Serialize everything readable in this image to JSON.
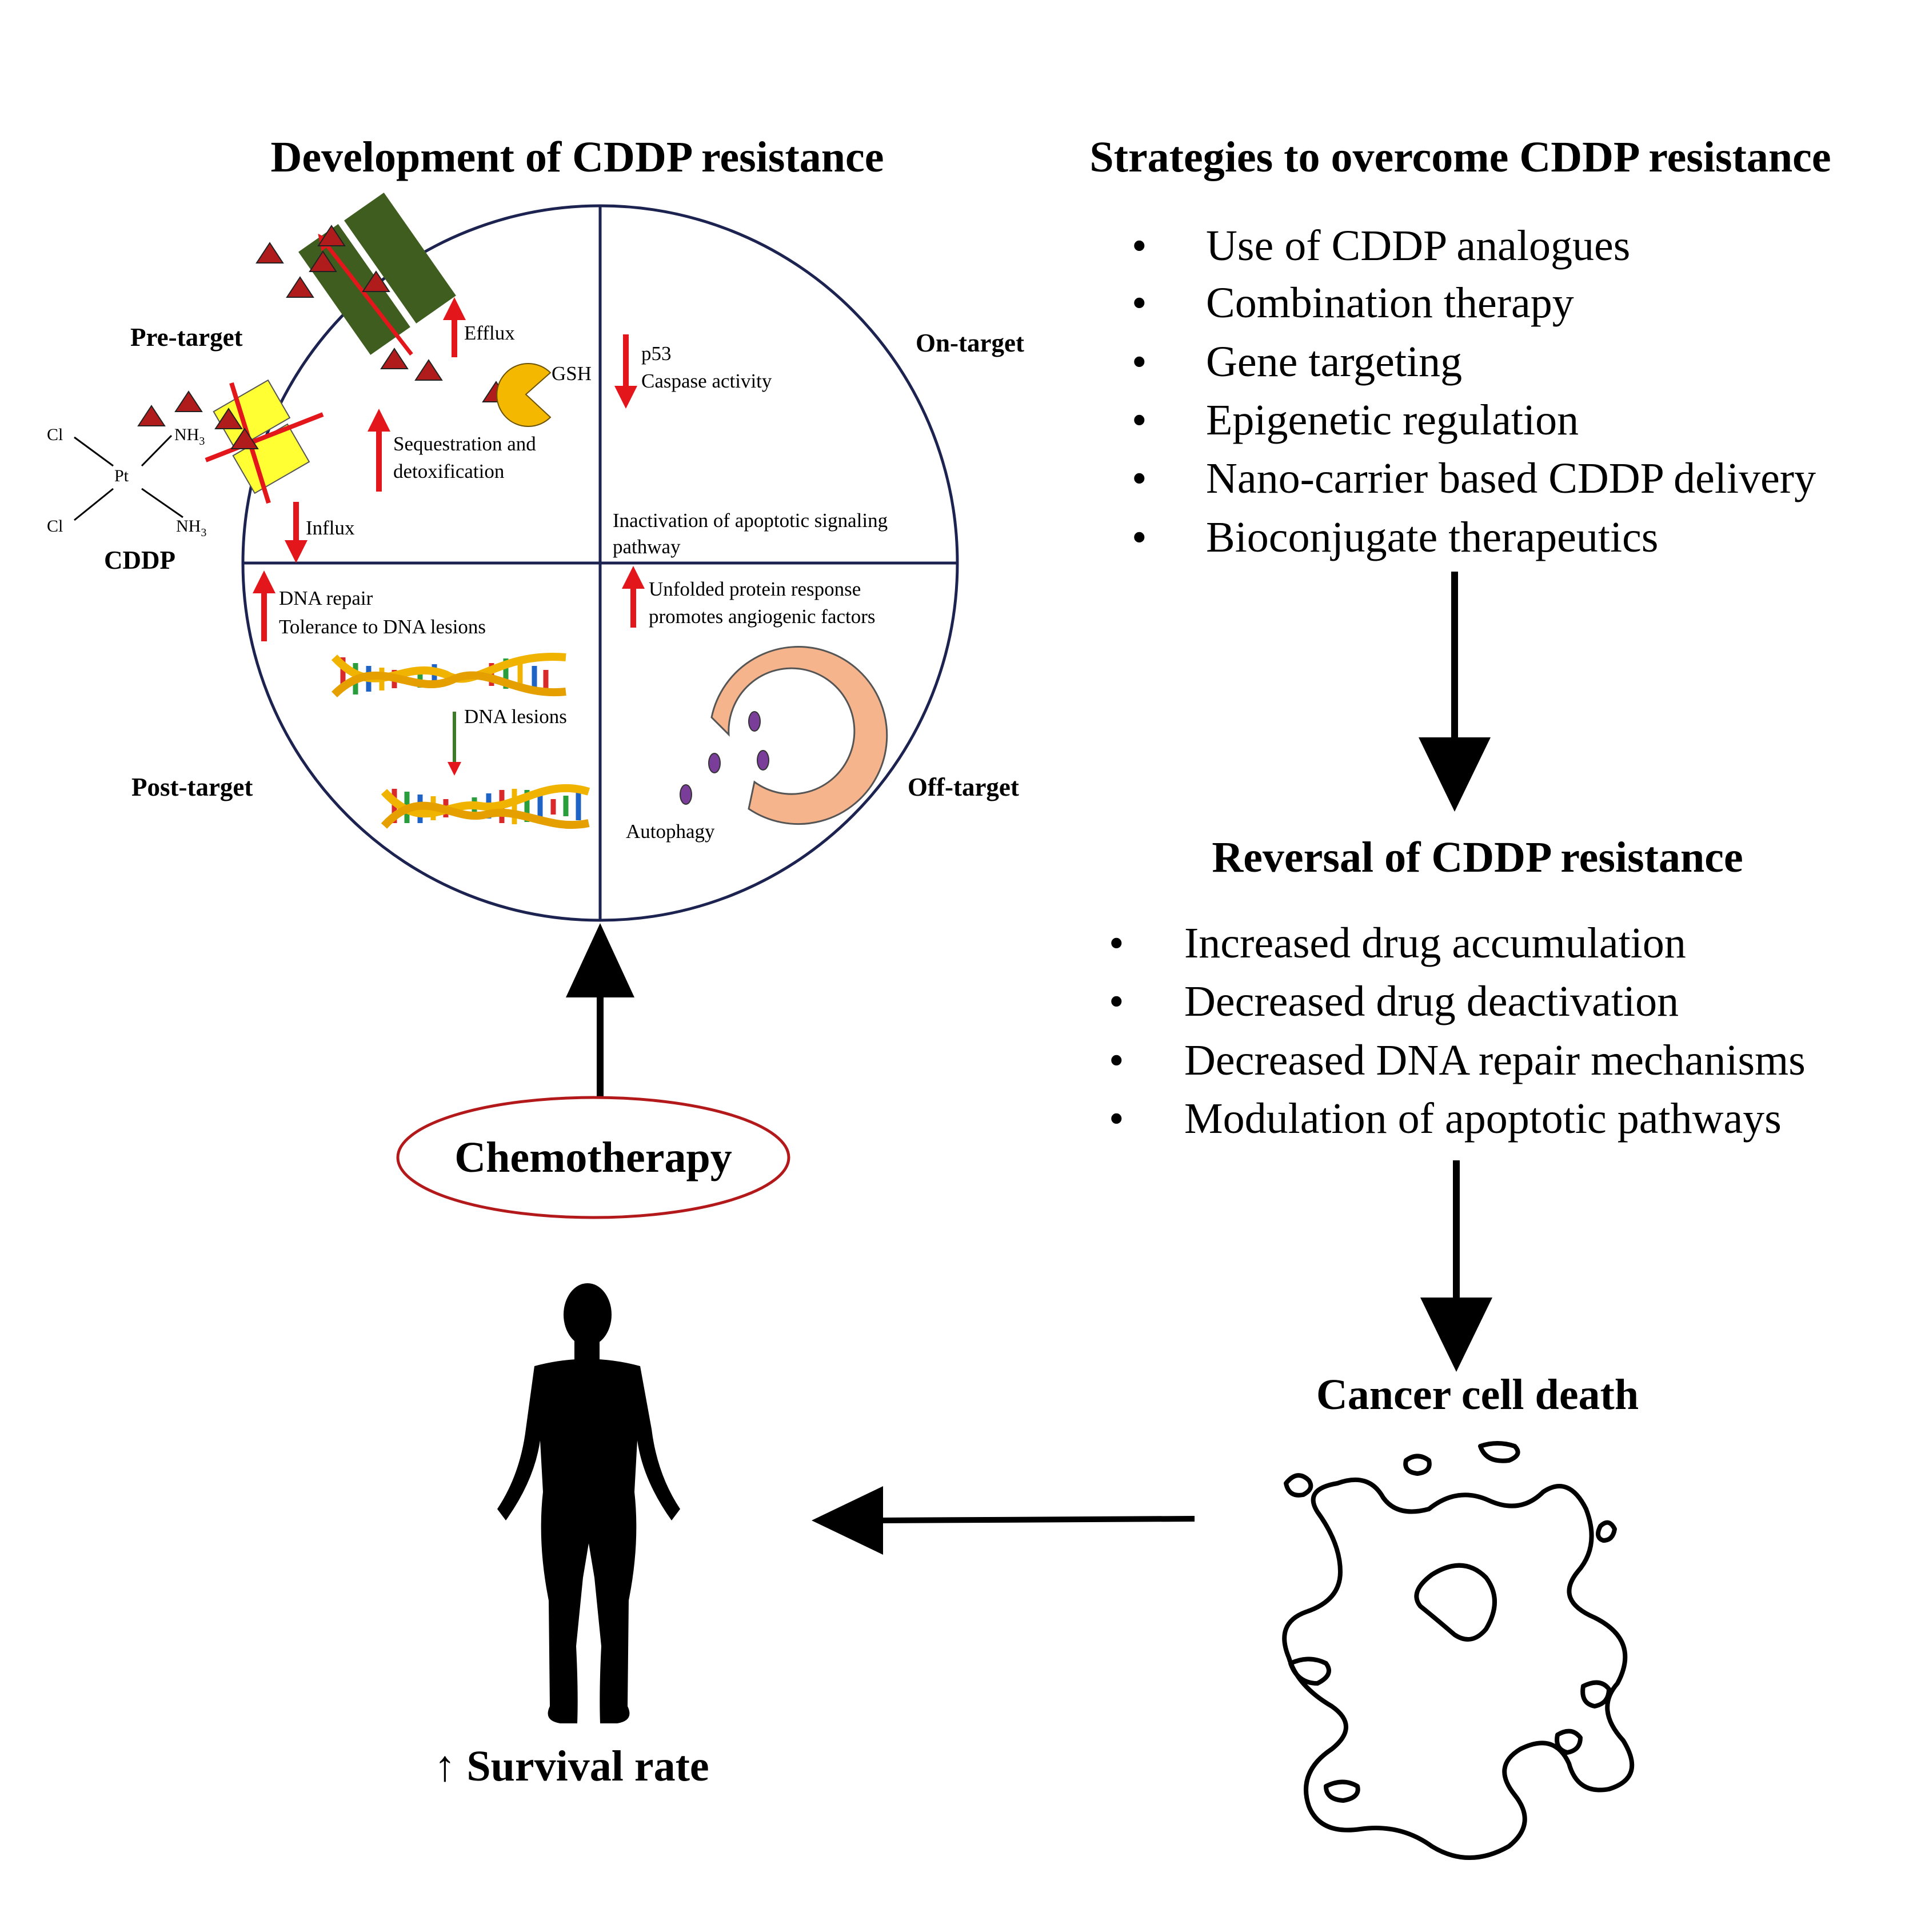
{
  "left": {
    "title": "Development of CDDP resistance",
    "quadrants": {
      "pre_target": "Pre-target",
      "on_target": "On-target",
      "post_target": "Post-target",
      "off_target": "Off-target"
    },
    "labels": {
      "efflux": "Efflux",
      "gsh": "GSH",
      "sequestration_1": "Sequestration and",
      "sequestration_2": "detoxification",
      "influx": "Influx",
      "p53": "p53",
      "caspase": "Caspase activity",
      "inactivation_1": "Inactivation of apoptotic signaling",
      "inactivation_2": "pathway",
      "dna_repair": "DNA repair",
      "tolerance": "Tolerance to DNA lesions",
      "dna_lesions": "DNA lesions",
      "upr_1": "Unfolded protein response",
      "upr_2": "promotes angiogenic factors",
      "autophagy": "Autophagy"
    },
    "cddp": {
      "cl_top": "Cl",
      "cl_bottom": "Cl",
      "pt": "Pt",
      "nh3_top": "NH",
      "nh3_bottom": "NH",
      "sub": "3",
      "name": "CDDP"
    },
    "chemotherapy": "Chemotherapy",
    "survival": "↑ Survival rate"
  },
  "right": {
    "strategies_title": "Strategies to overcome  CDDP resistance",
    "strategies": [
      "Use of CDDP analogues",
      "Combination therapy",
      "Gene targeting",
      "Epigenetic regulation",
      "Nano-carrier based CDDP delivery",
      "Bioconjugate therapeutics"
    ],
    "reversal_title": "Reversal of CDDP resistance",
    "reversal": [
      "Increased drug accumulation",
      "Decreased drug deactivation",
      "Decreased DNA repair mechanisms",
      "Modulation of apoptotic pathways"
    ],
    "death_title": "Cancer cell death",
    "bullet": "•"
  },
  "colors": {
    "red_arrow": "#e3171b",
    "circle_stroke": "#1c2350",
    "membrane_green": "#3f5d1f",
    "pump_yellow": "#ffff33",
    "gsh_orange": "#f5b800",
    "triangle": "#b01c1c",
    "autophagy": "#f6b48c",
    "vesicle": "#7a3d9a",
    "ellipse_red": "#b3191a"
  }
}
